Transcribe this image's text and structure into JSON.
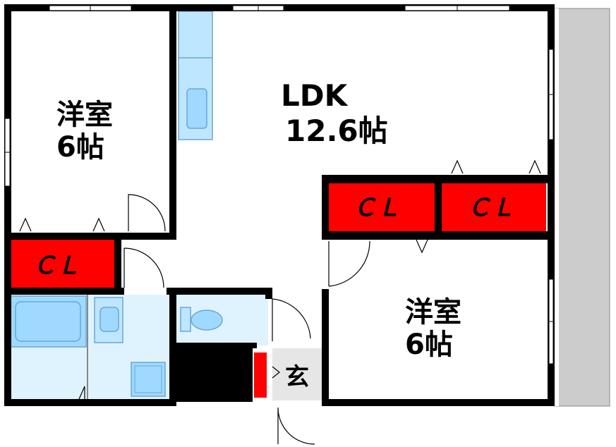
{
  "rooms": {
    "west_bedroom": {
      "name": "洋室",
      "size": "6帖"
    },
    "ldk": {
      "name": "LDK",
      "size": "12.6帖"
    },
    "east_bedroom": {
      "name": "洋室",
      "size": "6帖"
    },
    "entrance": {
      "name": "玄"
    }
  },
  "closets": {
    "west": "ＣＬ",
    "center": "ＣＬ",
    "east": "ＣＬ"
  },
  "colors": {
    "wall": "#000000",
    "closet": "#ff0000",
    "wet_area": "#dff3ff",
    "fixture": "#9fd9ff",
    "balcony": "#cccccc",
    "entrance_floor": "#e6e6e6"
  },
  "icons": [
    "door-swing-icon",
    "window-icon",
    "bathtub-icon",
    "toilet-icon",
    "sink-icon",
    "washer-pan-icon",
    "kitchen-counter-icon"
  ]
}
